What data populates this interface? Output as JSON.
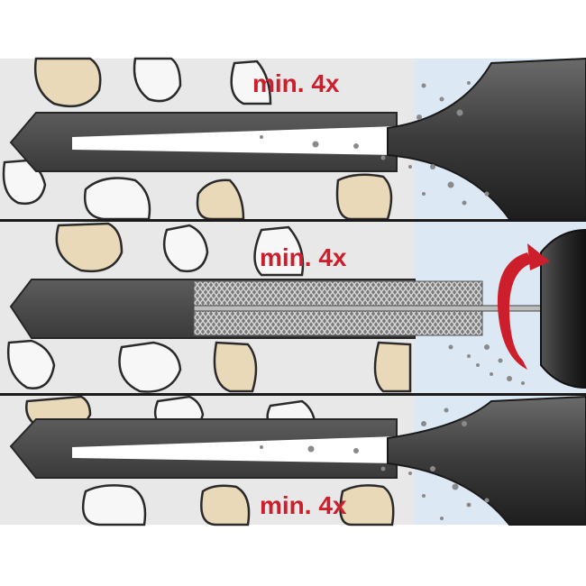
{
  "panels": [
    {
      "step": "blow-out",
      "label": "min. 4x"
    },
    {
      "step": "brush",
      "label": "min. 4x"
    },
    {
      "step": "blow-out",
      "label": "min. 4x"
    }
  ],
  "colors": {
    "background": "#ffffff",
    "concrete": "#e8e8e8",
    "concrete_edge": "#d6d6d6",
    "aggregate_beige": "#ead9b8",
    "aggregate_white": "#f7f7f7",
    "aggregate_outline": "#2a2a2a",
    "drill_hole": "#4a4a4a",
    "drill_hole_edge": "#262626",
    "air_zone": "#dce8f3",
    "dust": "#8a8a8a",
    "label": "#cc1f2b",
    "rotation_arrow": "#cc1f2b",
    "brush_bristles": "#9a9a9a",
    "pump": "#3b3b3b",
    "drill_chuck": "#333333",
    "divider": "#1a1a1a"
  },
  "icons": {
    "blow_pump": "blow-pump-icon",
    "cleaning_brush": "cleaning-brush-icon",
    "rotation": "rotation-arrow-icon",
    "drill_chuck": "drill-chuck-icon"
  }
}
